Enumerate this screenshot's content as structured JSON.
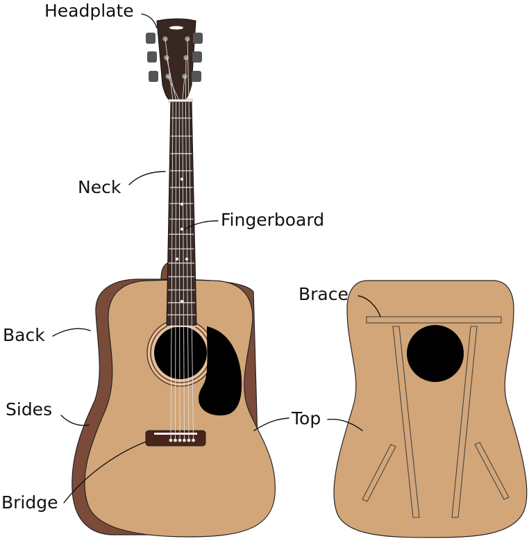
{
  "labels": {
    "headplate": "Headplate",
    "neck": "Neck",
    "fingerboard": "Fingerboard",
    "back": "Back",
    "sides": "Sides",
    "bridge": "Bridge",
    "top": "Top",
    "brace": "Brace"
  },
  "colors": {
    "top_wood": "#d2a679",
    "sides_wood": "#7b4b3a",
    "headstock": "#3b2721",
    "fingerboard": "#3a2b27",
    "sound_hole": "#000000",
    "pickguard": "#000000",
    "bridge": "#4a2418",
    "outline": "#222222"
  }
}
